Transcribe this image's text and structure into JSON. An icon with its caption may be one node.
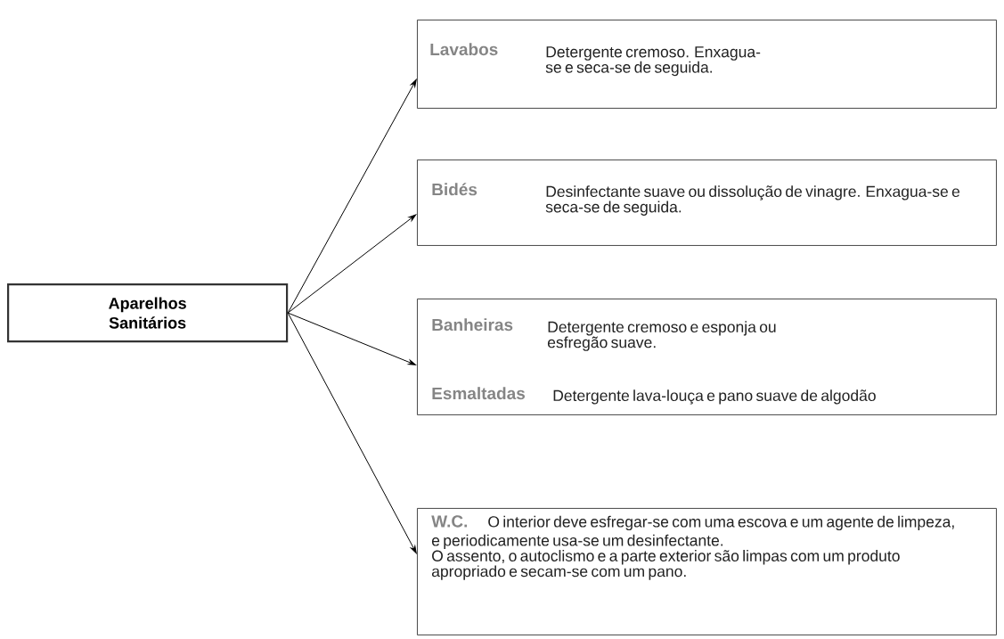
{
  "diagram": {
    "nodes": [
      {
        "text": [
          "Aparelhos Sanitários"
        ]
      },
      {
        "text": [
          "Lavabos",
          "Detergente cremoso. Enxagua-se e seca-se de seguida."
        ]
      },
      {
        "text": [
          "Bidés",
          "Desinfectante suave ou dissolução de vinagre. Enxagua-se e seca-se de seguida."
        ]
      },
      {
        "text": [
          "Banheiras",
          "Detergente cremoso e esponja ou esfregão suave.",
          "Esmaltadas",
          "Detergente lava-louça e pano suave de algodão"
        ]
      },
      {
        "text": [
          "W.C.",
          "O interior deve esfregar-se com uma escova e um agente de limpeza, e periodicamente usa-se um desinfectante.",
          "O assento, o autoclismo e a parte exterior são limpas com um produto apropriado e secam-se com um pano."
        ]
      }
    ],
    "edges": [
      {
        "from": 0,
        "to": 1,
        "arrow": "to"
      },
      {
        "from": 0,
        "to": 2,
        "arrow": "to"
      },
      {
        "from": 0,
        "to": 3,
        "arrow": "to"
      },
      {
        "from": 0,
        "to": 4,
        "arrow": "to"
      }
    ]
  }
}
